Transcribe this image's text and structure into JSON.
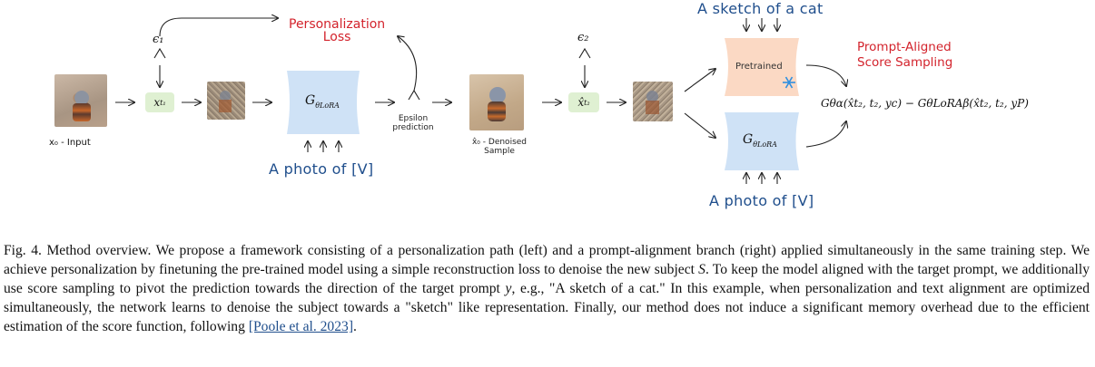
{
  "figure": {
    "input_label": "x₀ - Input",
    "noisy_label": "x",
    "noisy_sub": "t₁",
    "epsilon1": "ϵ₁",
    "epsilon2": "ϵ₂",
    "lora_model_label": "G",
    "lora_sub": "θLoRA",
    "personalization_loss": "Personalization\nLoss",
    "epsilon_prediction": "Epsilon\nprediction",
    "prompt_photo_left": "A photo of [V]",
    "denoised_label": "x̂₀ - Denoised\nSample",
    "noisy2_label": "x̂",
    "noisy2_sub": "t₂",
    "prompt_sketch": "A sketch of a cat",
    "pretrained_label": "Pretrained",
    "prompt_aligned": "Prompt-Aligned\nScore Sampling",
    "prompt_photo_right": "A photo of [V]",
    "score_formula": "Gθα(x̂t₂, t₂, yc) − GθLoRAβ(x̂t₂, t₂, yP)",
    "colors": {
      "pill_green": "#dff0d2",
      "model_blue": "#cfe2f6",
      "model_orange": "#fbd9c4",
      "accent_red": "#d3232c",
      "prompt_blue": "#1f4e8c"
    }
  },
  "caption": {
    "fig_label": "Fig. 4.",
    "text_1": "  Method overview. We propose a framework consisting of a personalization path (left) and a prompt-alignment branch (right) applied simultaneously in the same training step. We achieve personalization by finetuning the pre-trained model using a simple reconstruction loss to denoise the new subject ",
    "subject_var": "S",
    "text_2": ". To keep the model aligned with the target prompt, we additionally use score sampling to pivot the prediction towards the direction of the target prompt ",
    "prompt_var": "y",
    "text_3": ", e.g., \"A sketch of a cat.\" In this example, when personalization and text alignment are optimized simultaneously, the network learns to denoise the subject towards a \"sketch\" like representation. Finally, our method does not induce a significant memory overhead due to the efficient estimation of the score function, following ",
    "citation": "[Poole et al. 2023]",
    "text_4": "."
  }
}
